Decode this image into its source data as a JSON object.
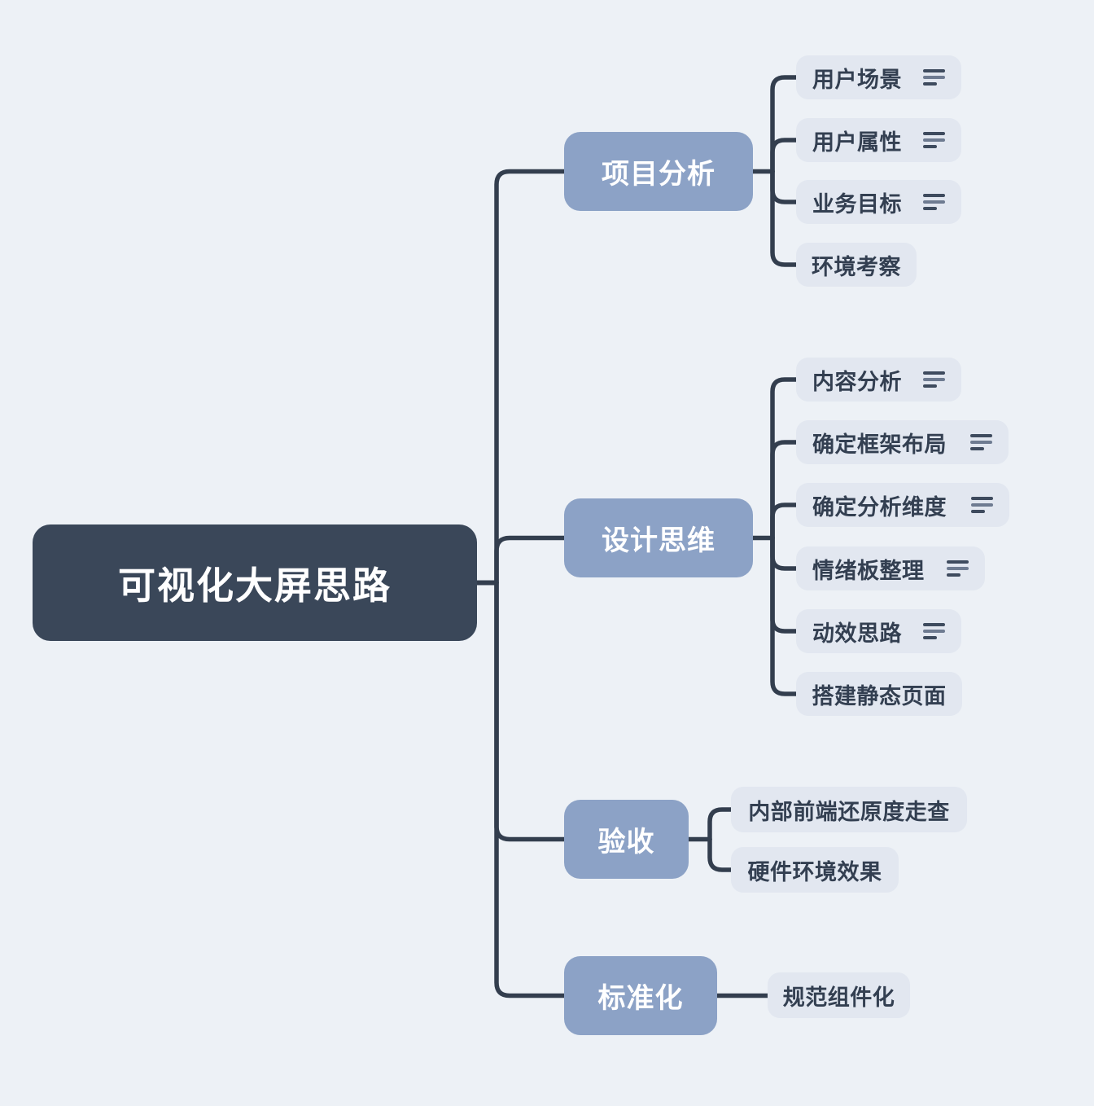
{
  "title": "可视化大屏思路",
  "palette": {
    "background": "#edf1f6",
    "root_fill": "#3a4759",
    "root_text": "#ffffff",
    "branch_fill": "#8ca2c6",
    "branch_text": "#ffffff",
    "child_fill": "#e2e7f0",
    "child_text": "#333f51",
    "connector": "#333e4e",
    "icon_dark": "#3e4b5e",
    "icon_mid": "#6e7b91"
  },
  "root": {
    "label": "可视化大屏思路"
  },
  "branches": [
    {
      "label": "项目分析",
      "children": [
        {
          "label": "用户场景",
          "has_notes": true
        },
        {
          "label": "用户属性",
          "has_notes": true
        },
        {
          "label": "业务目标",
          "has_notes": true
        },
        {
          "label": "环境考察",
          "has_notes": false
        }
      ]
    },
    {
      "label": "设计思维",
      "children": [
        {
          "label": "内容分析",
          "has_notes": true
        },
        {
          "label": "确定框架布局",
          "has_notes": true
        },
        {
          "label": "确定分析维度",
          "has_notes": true
        },
        {
          "label": "情绪板整理",
          "has_notes": true
        },
        {
          "label": "动效思路",
          "has_notes": true
        },
        {
          "label": "搭建静态页面",
          "has_notes": false
        }
      ]
    },
    {
      "label": "验收",
      "children": [
        {
          "label": "内部前端还原度走查",
          "has_notes": false
        },
        {
          "label": "硬件环境效果",
          "has_notes": false
        }
      ]
    },
    {
      "label": "标准化",
      "children": [
        {
          "label": "规范组件化",
          "has_notes": false
        }
      ]
    }
  ],
  "icons": {
    "notes": "notes-icon (three horizontal lines)"
  }
}
